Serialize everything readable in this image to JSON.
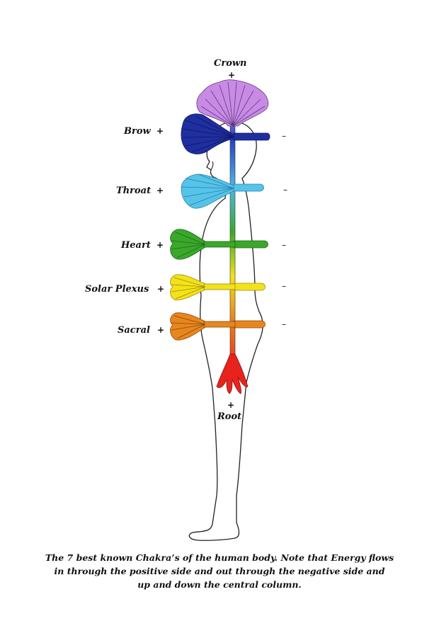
{
  "chakras": [
    {
      "key": "crown",
      "label": "Crown",
      "plus": "+",
      "minus": "",
      "color": "#c98ae6"
    },
    {
      "key": "brow",
      "label": "Brow",
      "plus": "+",
      "minus": "–",
      "color": "#1f2fa0"
    },
    {
      "key": "throat",
      "label": "Throat",
      "plus": "+",
      "minus": "–",
      "color": "#56c3e8"
    },
    {
      "key": "heart",
      "label": "Heart",
      "plus": "+",
      "minus": "–",
      "color": "#3aa82a"
    },
    {
      "key": "solar",
      "label": "Solar Plexus",
      "plus": "+",
      "minus": "–",
      "color": "#f3e21a"
    },
    {
      "key": "sacral",
      "label": "Sacral",
      "plus": "+",
      "minus": "–",
      "color": "#e8861e"
    },
    {
      "key": "root",
      "label": "Root",
      "plus": "+",
      "minus": "",
      "color": "#e8231e"
    }
  ],
  "caption": {
    "line1": "The 7 best known Chakra’s of the human body. Note that Energy flows",
    "line2": "in through the positive side and out through the negative side and",
    "line3": "up and down the central column."
  }
}
